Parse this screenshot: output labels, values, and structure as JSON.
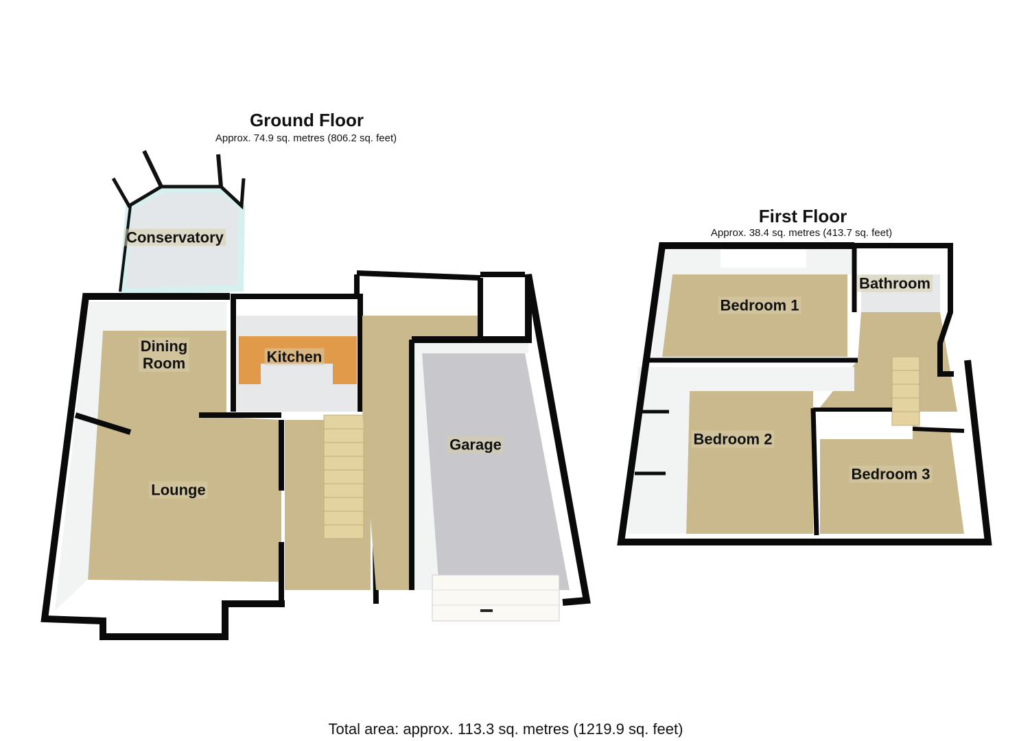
{
  "ground_floor": {
    "title": "Ground Floor",
    "area": "Approx. 74.9 sq. metres (806.2 sq. feet)",
    "rooms": {
      "conservatory": "Conservatory",
      "dining_room_line1": "Dining",
      "dining_room_line2": "Room",
      "kitchen": "Kitchen",
      "lounge": "Lounge",
      "garage": "Garage"
    }
  },
  "first_floor": {
    "title": "First Floor",
    "area": "Approx. 38.4 sq. metres (413.7 sq. feet)",
    "rooms": {
      "bedroom1": "Bedroom 1",
      "bathroom": "Bathroom",
      "bedroom2": "Bedroom 2",
      "bedroom3": "Bedroom 3"
    }
  },
  "total_area": "Total area: approx. 113.3 sq. metres (1219.9 sq. feet)",
  "colors": {
    "carpet": "#c9b98c",
    "tile": "#e6e8ea",
    "garage_floor": "#c8c8cc",
    "wall": "#0a0a0a",
    "inner_wall": "#f2f4f4",
    "worktop": "#e09a4a"
  }
}
